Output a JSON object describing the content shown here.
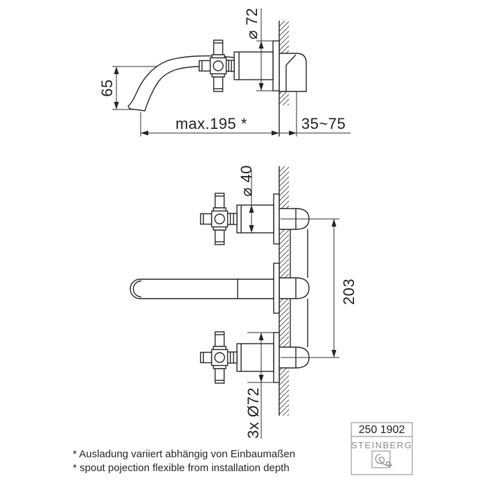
{
  "document": {
    "kind": "technical installation drawing",
    "product": "wall-mounted two-handle basin faucet"
  },
  "colors": {
    "background": "#ffffff",
    "line": "#242424",
    "dimension_line": "#2e2e2e",
    "muted_text": "#8f8f8f",
    "box_border": "#9a9a9a"
  },
  "views": {
    "side_view": {
      "dimensions": {
        "spout_height": "65",
        "escutcheon_diameter": "⌀ 72",
        "spout_projection": "max.195 *",
        "installation_depth": "35~75"
      }
    },
    "front_view": {
      "dimensions": {
        "handle_diameter": "⌀ 40",
        "center_distance": "203",
        "escutcheon_spec": "3x Ø72"
      }
    }
  },
  "footnotes": {
    "de": "* Ausladung variiert abhängig von Einbaumaßen",
    "en": "* spout pojection flexible from installation depth"
  },
  "title_block": {
    "model_number": "250 1902",
    "brand": "STEINBERG"
  }
}
